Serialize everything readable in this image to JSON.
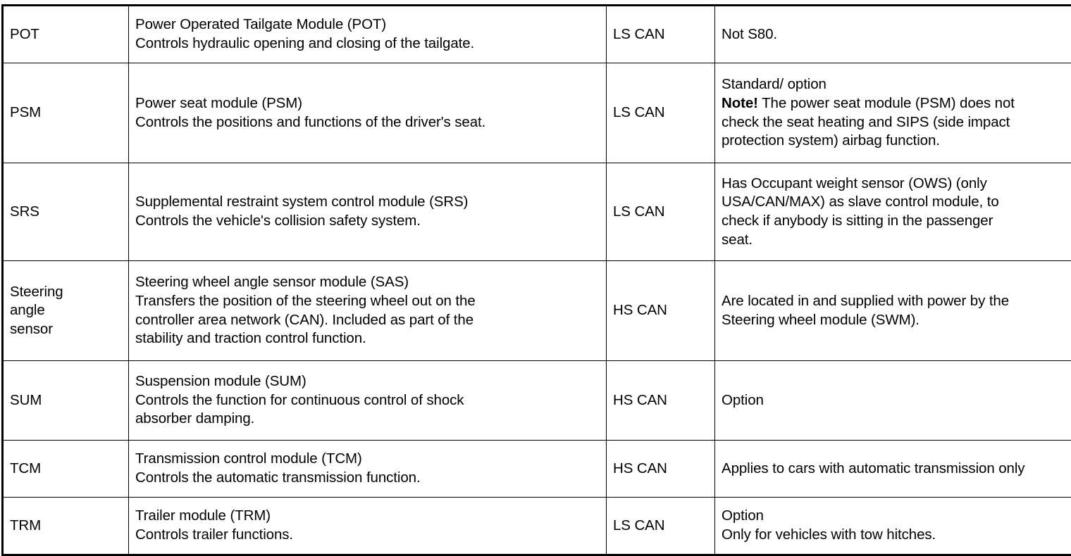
{
  "table": {
    "columns": [
      "module_code",
      "description",
      "network",
      "comment"
    ],
    "rows": [
      {
        "code": "POT",
        "desc_line1": "Power Operated Tailgate Module (POT)",
        "desc_line2": "Controls hydraulic opening and closing of the tailgate.",
        "network": "LS CAN",
        "comment_line1": "Not S80.",
        "comment_line2": "",
        "comment_line3": "",
        "comment_line4": ""
      },
      {
        "code": "PSM",
        "desc_line1": "Power seat module (PSM)",
        "desc_line2": "Controls the positions and functions of the driver's seat.",
        "network": "LS CAN",
        "comment_line1": "Standard/ option",
        "comment_note_label": "Note!",
        "comment_line2": " The power seat module (PSM) does not",
        "comment_line3": "check the seat heating and SIPS (side impact",
        "comment_line4": "protection system) airbag function."
      },
      {
        "code": "SRS",
        "desc_line1": "Supplemental restraint system control module (SRS)",
        "desc_line2": "Controls the vehicle's collision safety system.",
        "network": "LS CAN",
        "comment_line1": "Has Occupant weight sensor (OWS) (only",
        "comment_line2": "USA/CAN/MAX) as slave control module, to",
        "comment_line3": "check if anybody is sitting in the passenger",
        "comment_line4": "seat."
      },
      {
        "code_line1": "Steering",
        "code_line2": "angle",
        "code_line3": "sensor",
        "desc_line1": "Steering wheel angle sensor module (SAS)",
        "desc_line2": "Transfers the position of the steering wheel out on the",
        "desc_line3": "controller area network (CAN). Included as part of the",
        "desc_line4": "stability and traction control function.",
        "network": "HS CAN",
        "comment_line1": "Are located in and supplied with power by the",
        "comment_line2": "Steering wheel module (SWM).",
        "comment_line3": "",
        "comment_line4": ""
      },
      {
        "code": "SUM",
        "desc_line1": "Suspension module (SUM)",
        "desc_line2": "Controls the function for continuous control of shock",
        "desc_line3": "absorber damping.",
        "network": "HS CAN",
        "comment_line1": "Option",
        "comment_line2": "",
        "comment_line3": "",
        "comment_line4": ""
      },
      {
        "code": "TCM",
        "desc_line1": "Transmission control module (TCM)",
        "desc_line2": "Controls the automatic transmission function.",
        "network": "HS CAN",
        "comment_line1": "Applies to cars with automatic transmission only",
        "comment_line2": "",
        "comment_line3": "",
        "comment_line4": ""
      },
      {
        "code": "TRM",
        "desc_line1": "Trailer module (TRM)",
        "desc_line2": "Controls trailer functions.",
        "network": "LS CAN",
        "comment_line1": "Option",
        "comment_line2": "Only for vehicles with tow hitches.",
        "comment_line3": "",
        "comment_line4": ""
      }
    ]
  },
  "colors": {
    "border": "#000000",
    "background": "#ffffff",
    "text": "#000000"
  }
}
